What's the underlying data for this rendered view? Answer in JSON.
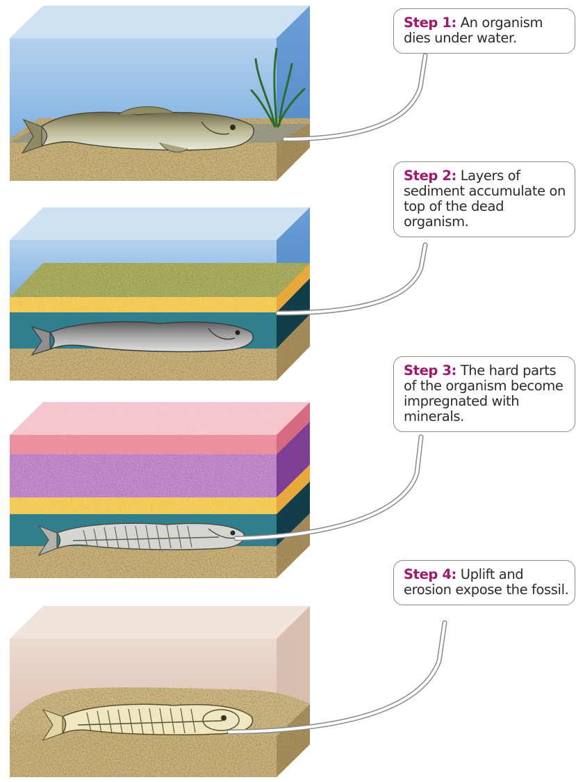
{
  "steps": [
    {
      "label": "Step 1:",
      "text": "An organism dies under water."
    },
    {
      "label": "Step 2:",
      "text": "Layers of sediment accumulate on top of the dead organism."
    },
    {
      "label": "Step 3:",
      "text": "The hard parts of the organism become impregnated with minerals."
    },
    {
      "label": "Step 4:",
      "text": "Uplift and erosion expose the fossil."
    }
  ],
  "colors": {
    "step_label": "#a3166e",
    "water": "#8fb9e4",
    "sand": "#c8b27a",
    "green_sediment": "#9ca24a",
    "yellow_sediment": "#f2c745",
    "teal_sediment": "#2f7f8e",
    "pink_sediment": "#f2a3b3",
    "purple_sediment": "#b77cc2",
    "eroded_rock": "#e7cfc3"
  },
  "icons": [
    "fish-icon",
    "seaweed-icon",
    "fossil-skeleton-icon"
  ]
}
